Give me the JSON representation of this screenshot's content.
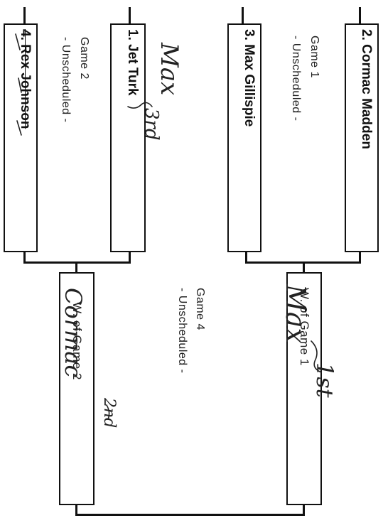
{
  "bracket": {
    "seeds": [
      {
        "label": "4. Rex Johnson"
      },
      {
        "label": "1. Jet Turk"
      },
      {
        "label": "3. Max Gillispie"
      },
      {
        "label": "2. Cormac Madden"
      }
    ],
    "game2": {
      "title": "Game 2",
      "status": "- Unscheduled -"
    },
    "game1": {
      "title": "Game 1",
      "status": "- Unscheduled -"
    },
    "game4": {
      "title": "Game 4",
      "status": "- Unscheduled -"
    },
    "winner_game2": "W. of Game 2",
    "winner_game1": "W. of Game 1"
  },
  "handwriting": {
    "max_top": "Max",
    "third": "3rd",
    "max_winner": "Max",
    "cormac_winner": "Cormac",
    "second": "2nd",
    "first": "1st"
  }
}
